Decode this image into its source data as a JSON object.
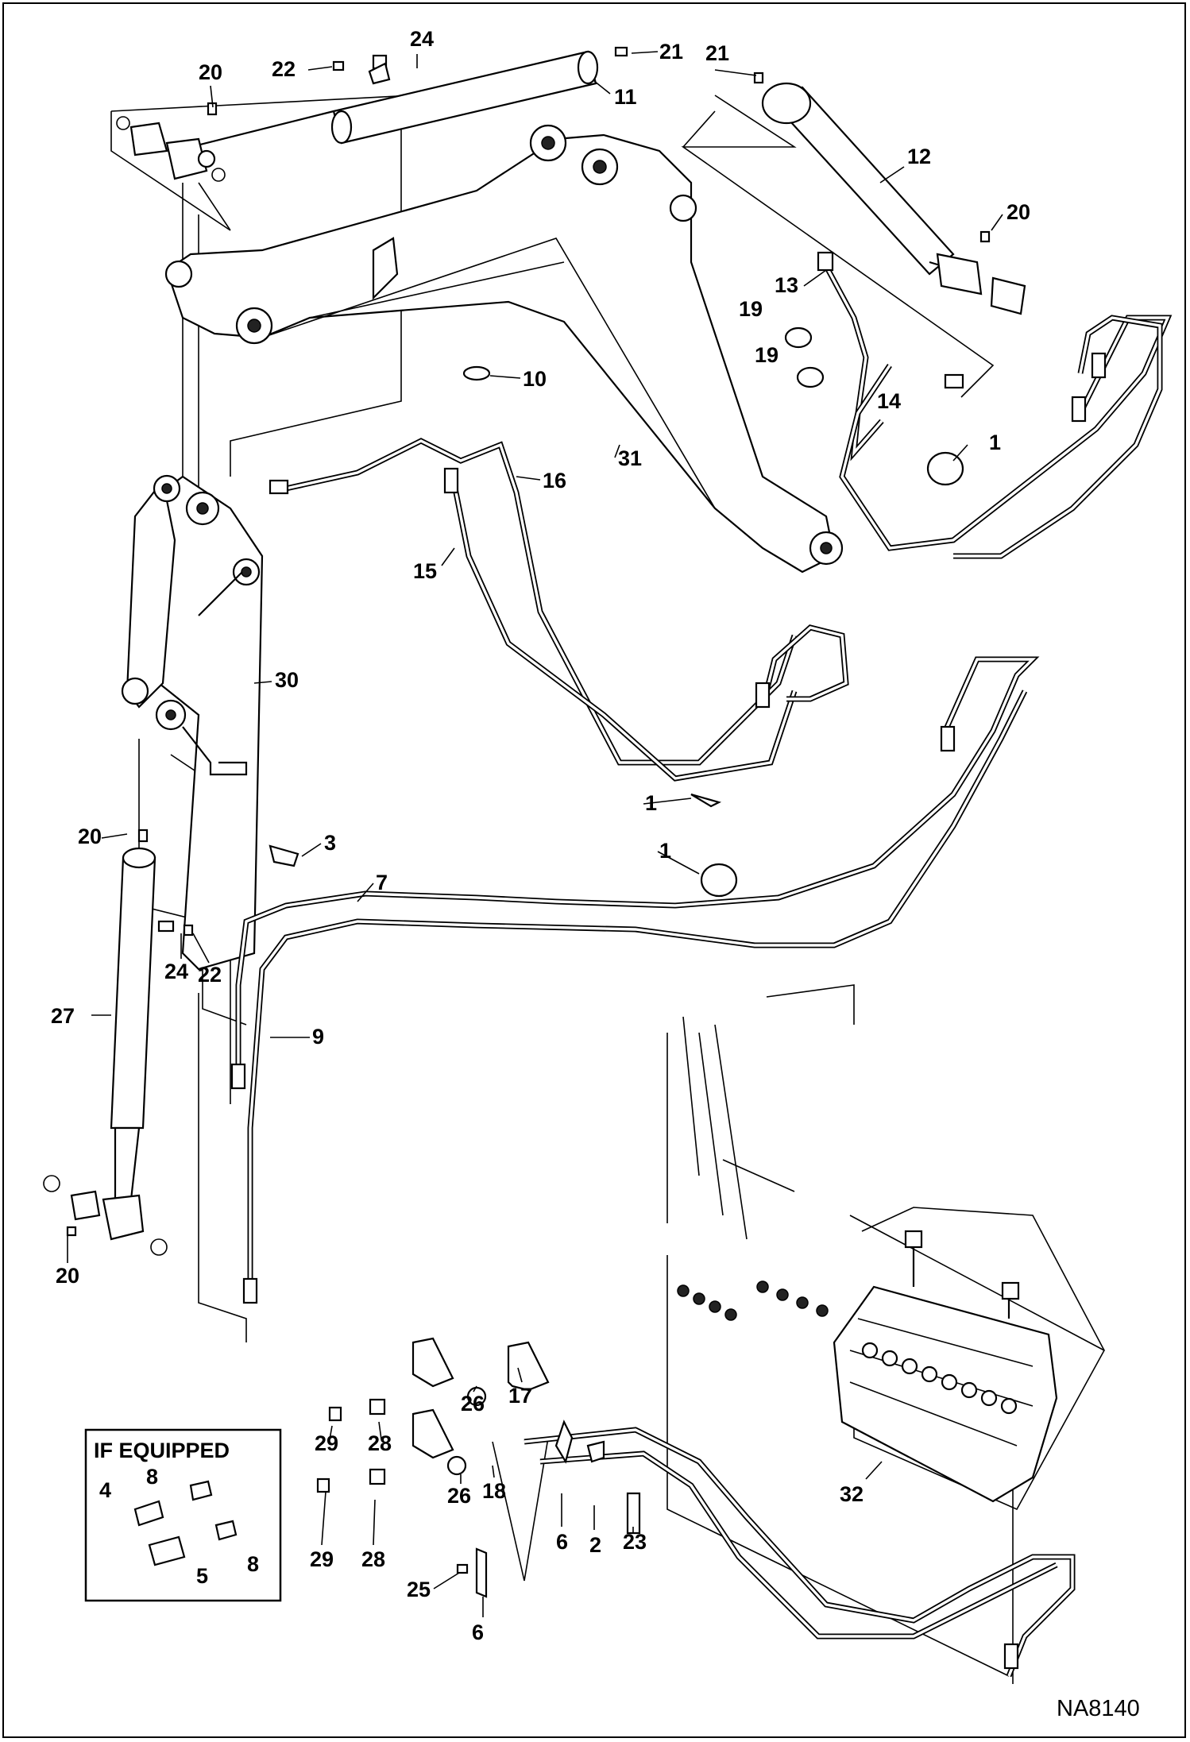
{
  "drawing_code": "NA8140",
  "inset_title": "IF EQUIPPED",
  "callouts": {
    "c20a": "20",
    "c22a": "22",
    "c24a": "24",
    "c21a": "21",
    "c11": "11",
    "c21b": "21",
    "c12": "12",
    "c20b": "20",
    "c13": "13",
    "c19a": "19",
    "c19b": "19",
    "c14": "14",
    "c10": "10",
    "c1a": "1",
    "c16": "16",
    "c31": "31",
    "c15": "15",
    "c30": "30",
    "c1b": "1",
    "c1c": "1",
    "c3": "3",
    "c20c": "20",
    "c7": "7",
    "c24b": "24",
    "c22b": "22",
    "c27": "27",
    "c9": "9",
    "c20d": "20",
    "c26a": "26",
    "c17": "17",
    "c29a": "29",
    "c28a": "28",
    "c26b": "26",
    "c18": "18",
    "c6a": "6",
    "c2": "2",
    "c23": "23",
    "c29b": "29",
    "c28b": "28",
    "c32": "32",
    "c25": "25",
    "c6b": "6",
    "c4": "4",
    "c8a": "8",
    "c5": "5",
    "c8b": "8"
  }
}
